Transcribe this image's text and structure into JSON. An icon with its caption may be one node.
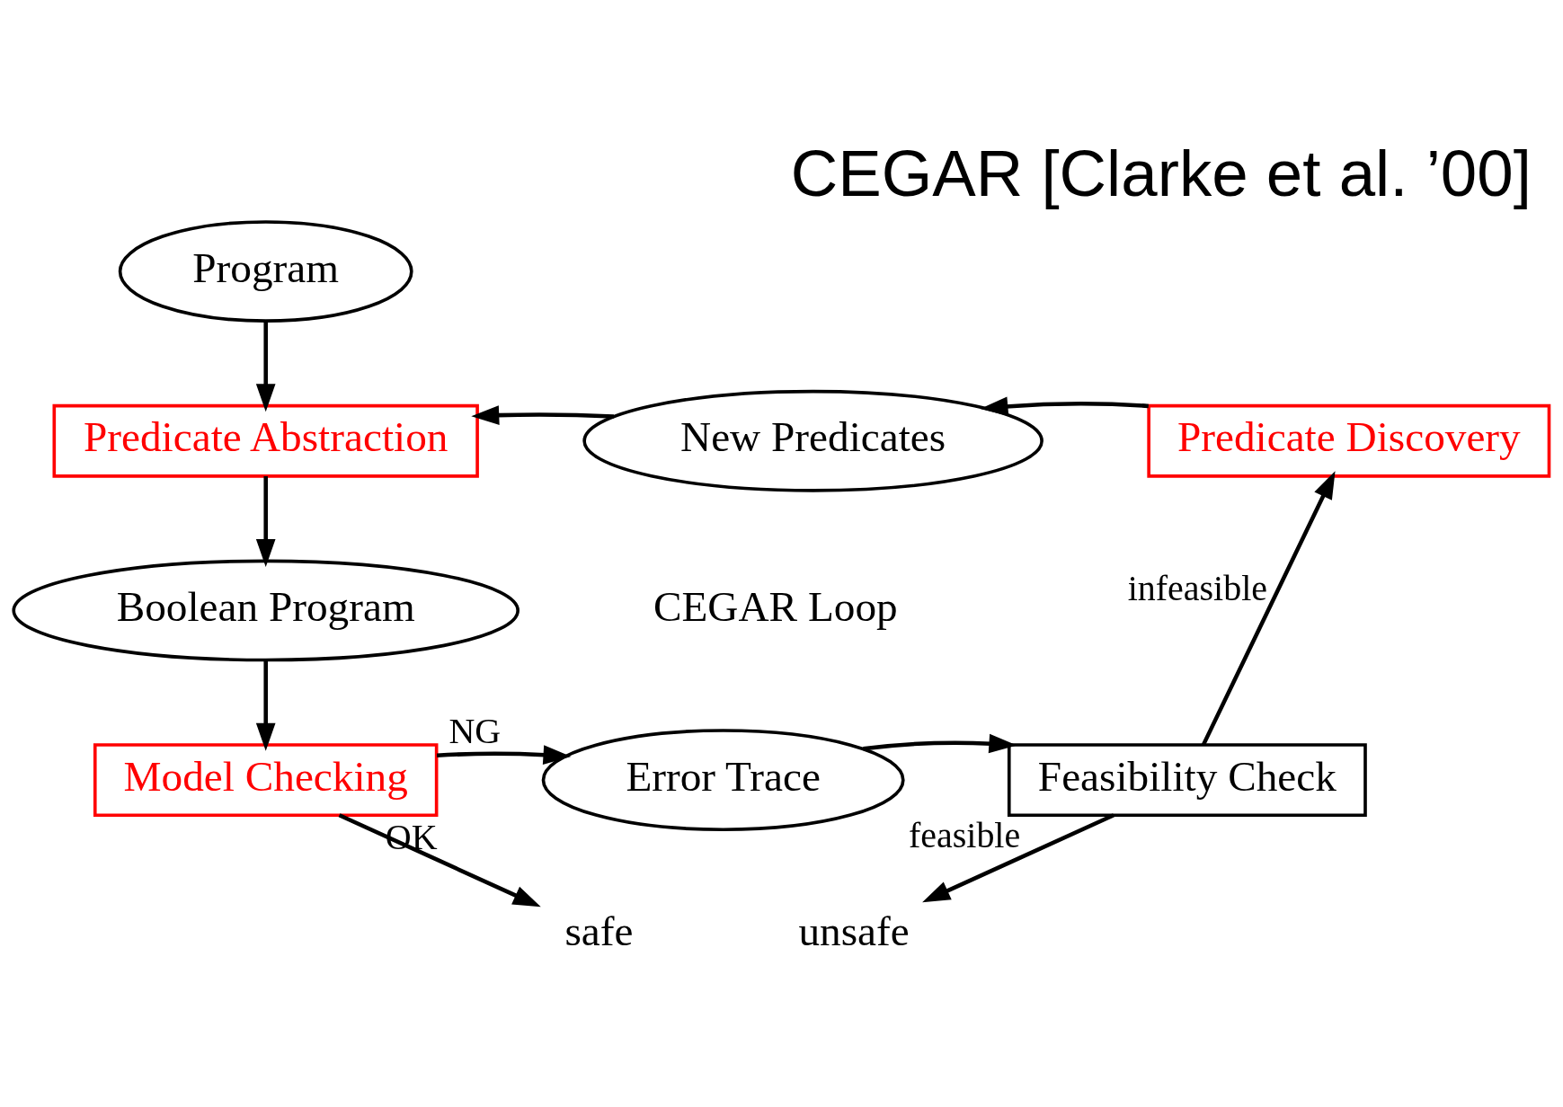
{
  "diagram": {
    "title": "CEGAR [Clarke et al. ’00]",
    "nodes": [
      {
        "text": [
          "Program"
        ]
      },
      {
        "text": [
          "Predicate Abstraction"
        ]
      },
      {
        "text": [
          "New Predicates"
        ]
      },
      {
        "text": [
          "Predicate Discovery"
        ]
      },
      {
        "text": [
          "Boolean Program"
        ]
      },
      {
        "text": [
          "Model Checking"
        ]
      },
      {
        "text": [
          "Error Trace"
        ]
      },
      {
        "text": [
          "Feasibility Check"
        ]
      },
      {
        "text": [
          "safe"
        ]
      },
      {
        "text": [
          "unsafe"
        ]
      }
    ],
    "edges": [
      {
        "from": 0,
        "to": 1,
        "arrow": "to"
      },
      {
        "from": 1,
        "to": 4,
        "arrow": "to"
      },
      {
        "from": 4,
        "to": 5,
        "arrow": "to"
      },
      {
        "from": 5,
        "to": 6,
        "label": "NG",
        "arrow": "to"
      },
      {
        "from": 6,
        "to": 7,
        "arrow": "to"
      },
      {
        "from": 7,
        "to": 3,
        "label": "infeasible",
        "arrow": "to"
      },
      {
        "from": 3,
        "to": 2,
        "arrow": "to"
      },
      {
        "from": 2,
        "to": 1,
        "arrow": "to"
      },
      {
        "from": 5,
        "to": 8,
        "label": "OK",
        "arrow": "to"
      },
      {
        "from": 7,
        "to": 9,
        "label": "feasible",
        "arrow": "to"
      }
    ],
    "labels": [
      "CEGAR Loop"
    ]
  }
}
